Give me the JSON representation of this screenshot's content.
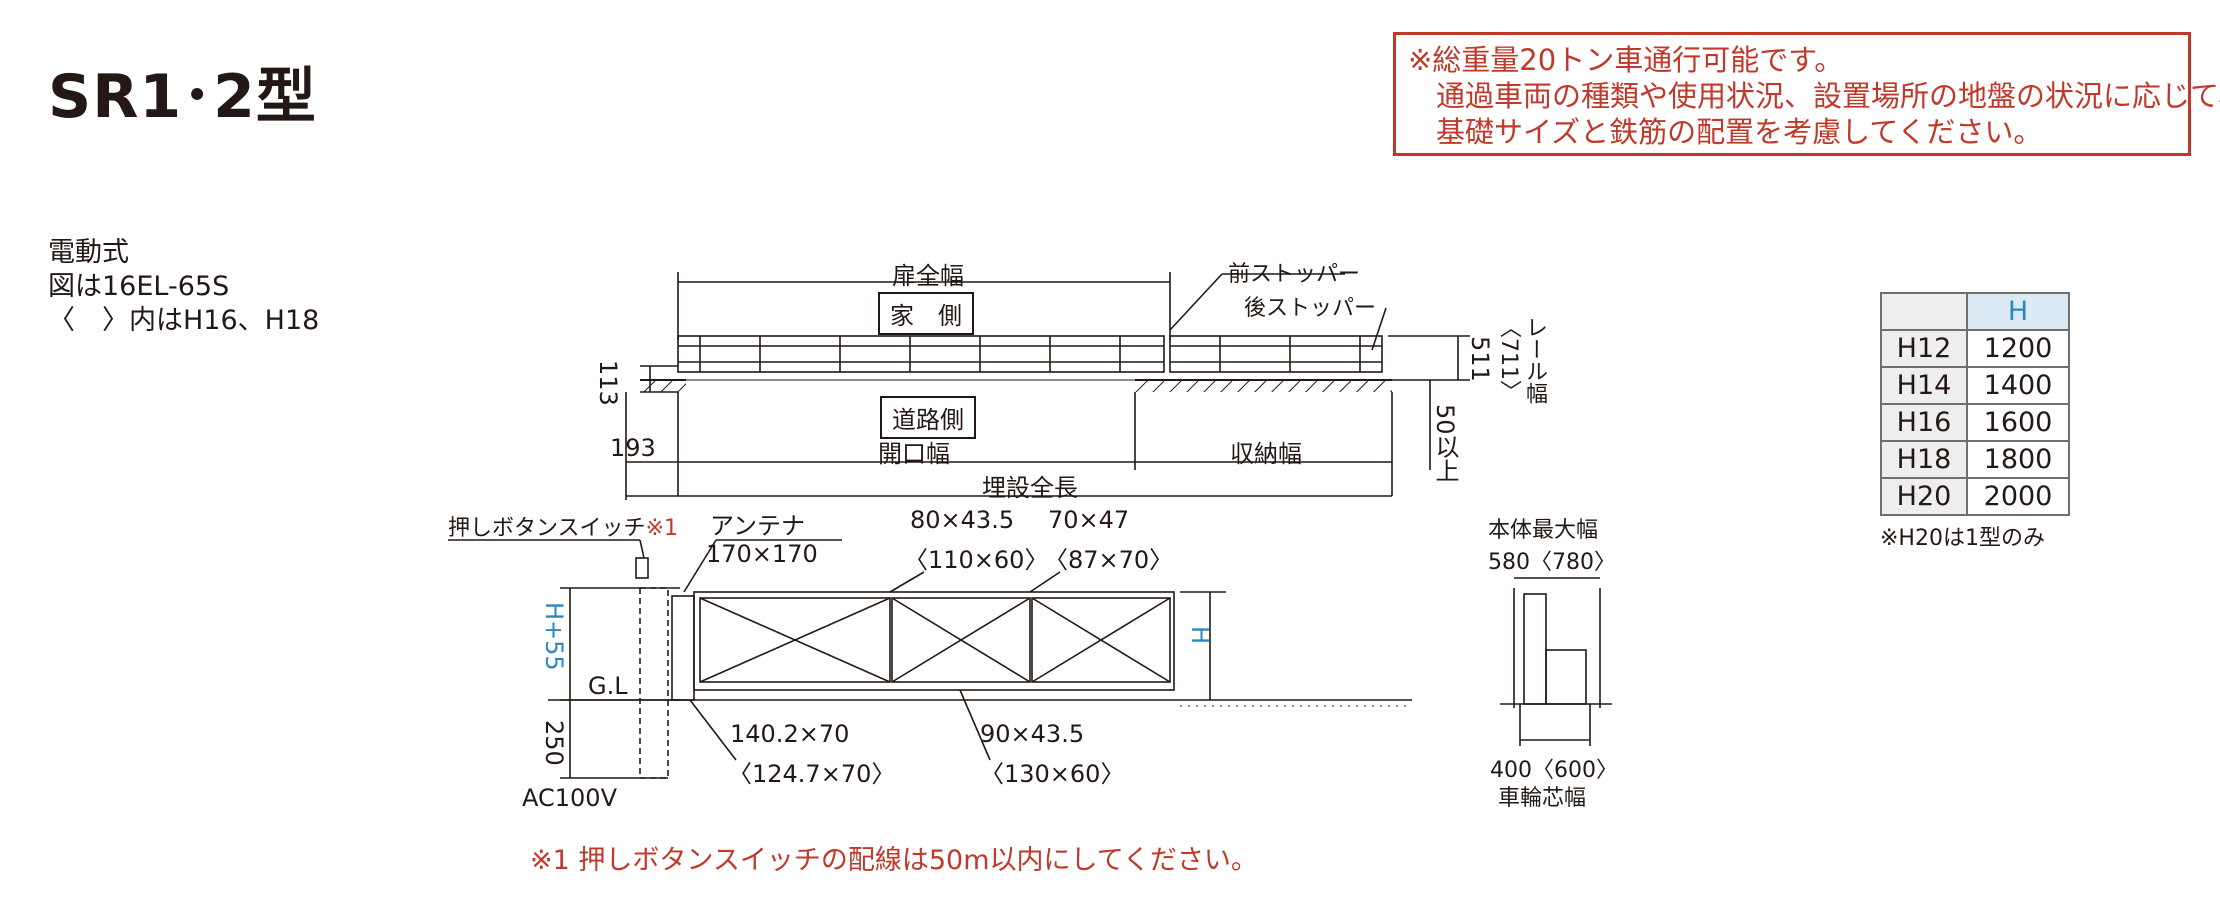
{
  "title": "SR1･2型",
  "note": {
    "line1": "※総重量20トン車通行可能です。",
    "line2": "通過車両の種類や使用状況、設置場所の地盤の状況に応じて、",
    "line3": "基礎サイズと鉄筋の配置を考慮してください。"
  },
  "spec": {
    "line1": "電動式",
    "line2": "図は16EL-65S",
    "line3": "〈　〉内はH16、H18"
  },
  "plan": {
    "door_width": "扉全幅",
    "house_side": "家　側",
    "road_side": "道路側",
    "front_stopper": "前ストッパー",
    "rear_stopper": "後ストッパー",
    "dim_113": "113",
    "dim_193": "193",
    "opening_width": "開口幅",
    "storage_width": "収納幅",
    "buried_length": "埋設全長",
    "dim_511": "511",
    "dim_711": "〈711〉",
    "rail_width": "レール幅",
    "dim_50": "50以上"
  },
  "elevation": {
    "push_button": "押しボタンスイッチ",
    "push_button_mark": "※1",
    "antenna": "アンテナ",
    "antenna_size": "170×170",
    "member1": "80×43.5",
    "member1_alt": "〈110×60〉",
    "member2": "70×47",
    "member2_alt": "〈87×70〉",
    "h55": "H+55",
    "h": "H",
    "gl": "G.L",
    "dim_250": "250",
    "ac": "AC100V",
    "member3": "140.2×70",
    "member3_alt": "〈124.7×70〉",
    "member4": "90×43.5",
    "member4_alt": "〈130×60〉"
  },
  "side": {
    "max_width": "本体最大幅",
    "max_width_val": "580〈780〉",
    "wheel_val": "400〈600〉",
    "wheel_label": "車輪芯幅"
  },
  "height_table": {
    "header": "H",
    "rows": [
      {
        "key": "H12",
        "val": "1200"
      },
      {
        "key": "H14",
        "val": "1400"
      },
      {
        "key": "H16",
        "val": "1600"
      },
      {
        "key": "H18",
        "val": "1800"
      },
      {
        "key": "H20",
        "val": "2000"
      }
    ],
    "footnote": "※H20は1型のみ"
  },
  "footer_note": "※1 押しボタンスイッチの配線は50m以内にしてください。",
  "colors": {
    "accent_red": "#c0392b",
    "accent_blue": "#2e86c1",
    "ink": "#231815"
  }
}
